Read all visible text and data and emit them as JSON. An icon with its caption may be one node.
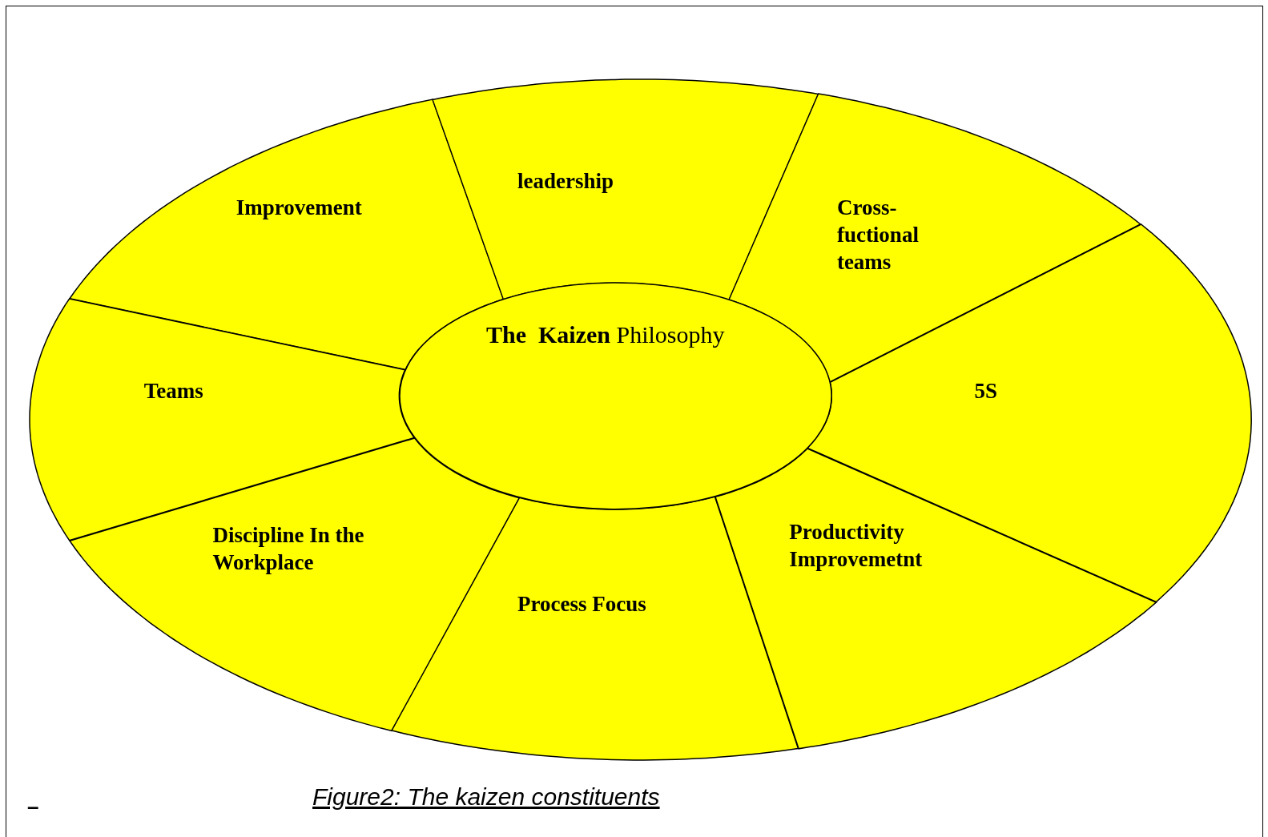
{
  "diagram": {
    "caption": "Figure2: The kaizen constituents",
    "nodes": [
      {
        "text": [
          "Improvement"
        ]
      },
      {
        "text": [
          "leadership"
        ]
      },
      {
        "text": [
          "Cross-fuctional teams"
        ]
      },
      {
        "text": [
          "Teams"
        ]
      },
      {
        "text": [
          "5S"
        ]
      },
      {
        "text": [
          "Discipline In the Workplace"
        ]
      },
      {
        "text": [
          "Process Focus"
        ]
      },
      {
        "text": [
          "Productivity Improvemetnt"
        ]
      },
      {
        "text": [
          "**The  Kaizen** Philosophy"
        ]
      }
    ],
    "edges": [],
    "labels": [
      "–"
    ]
  }
}
